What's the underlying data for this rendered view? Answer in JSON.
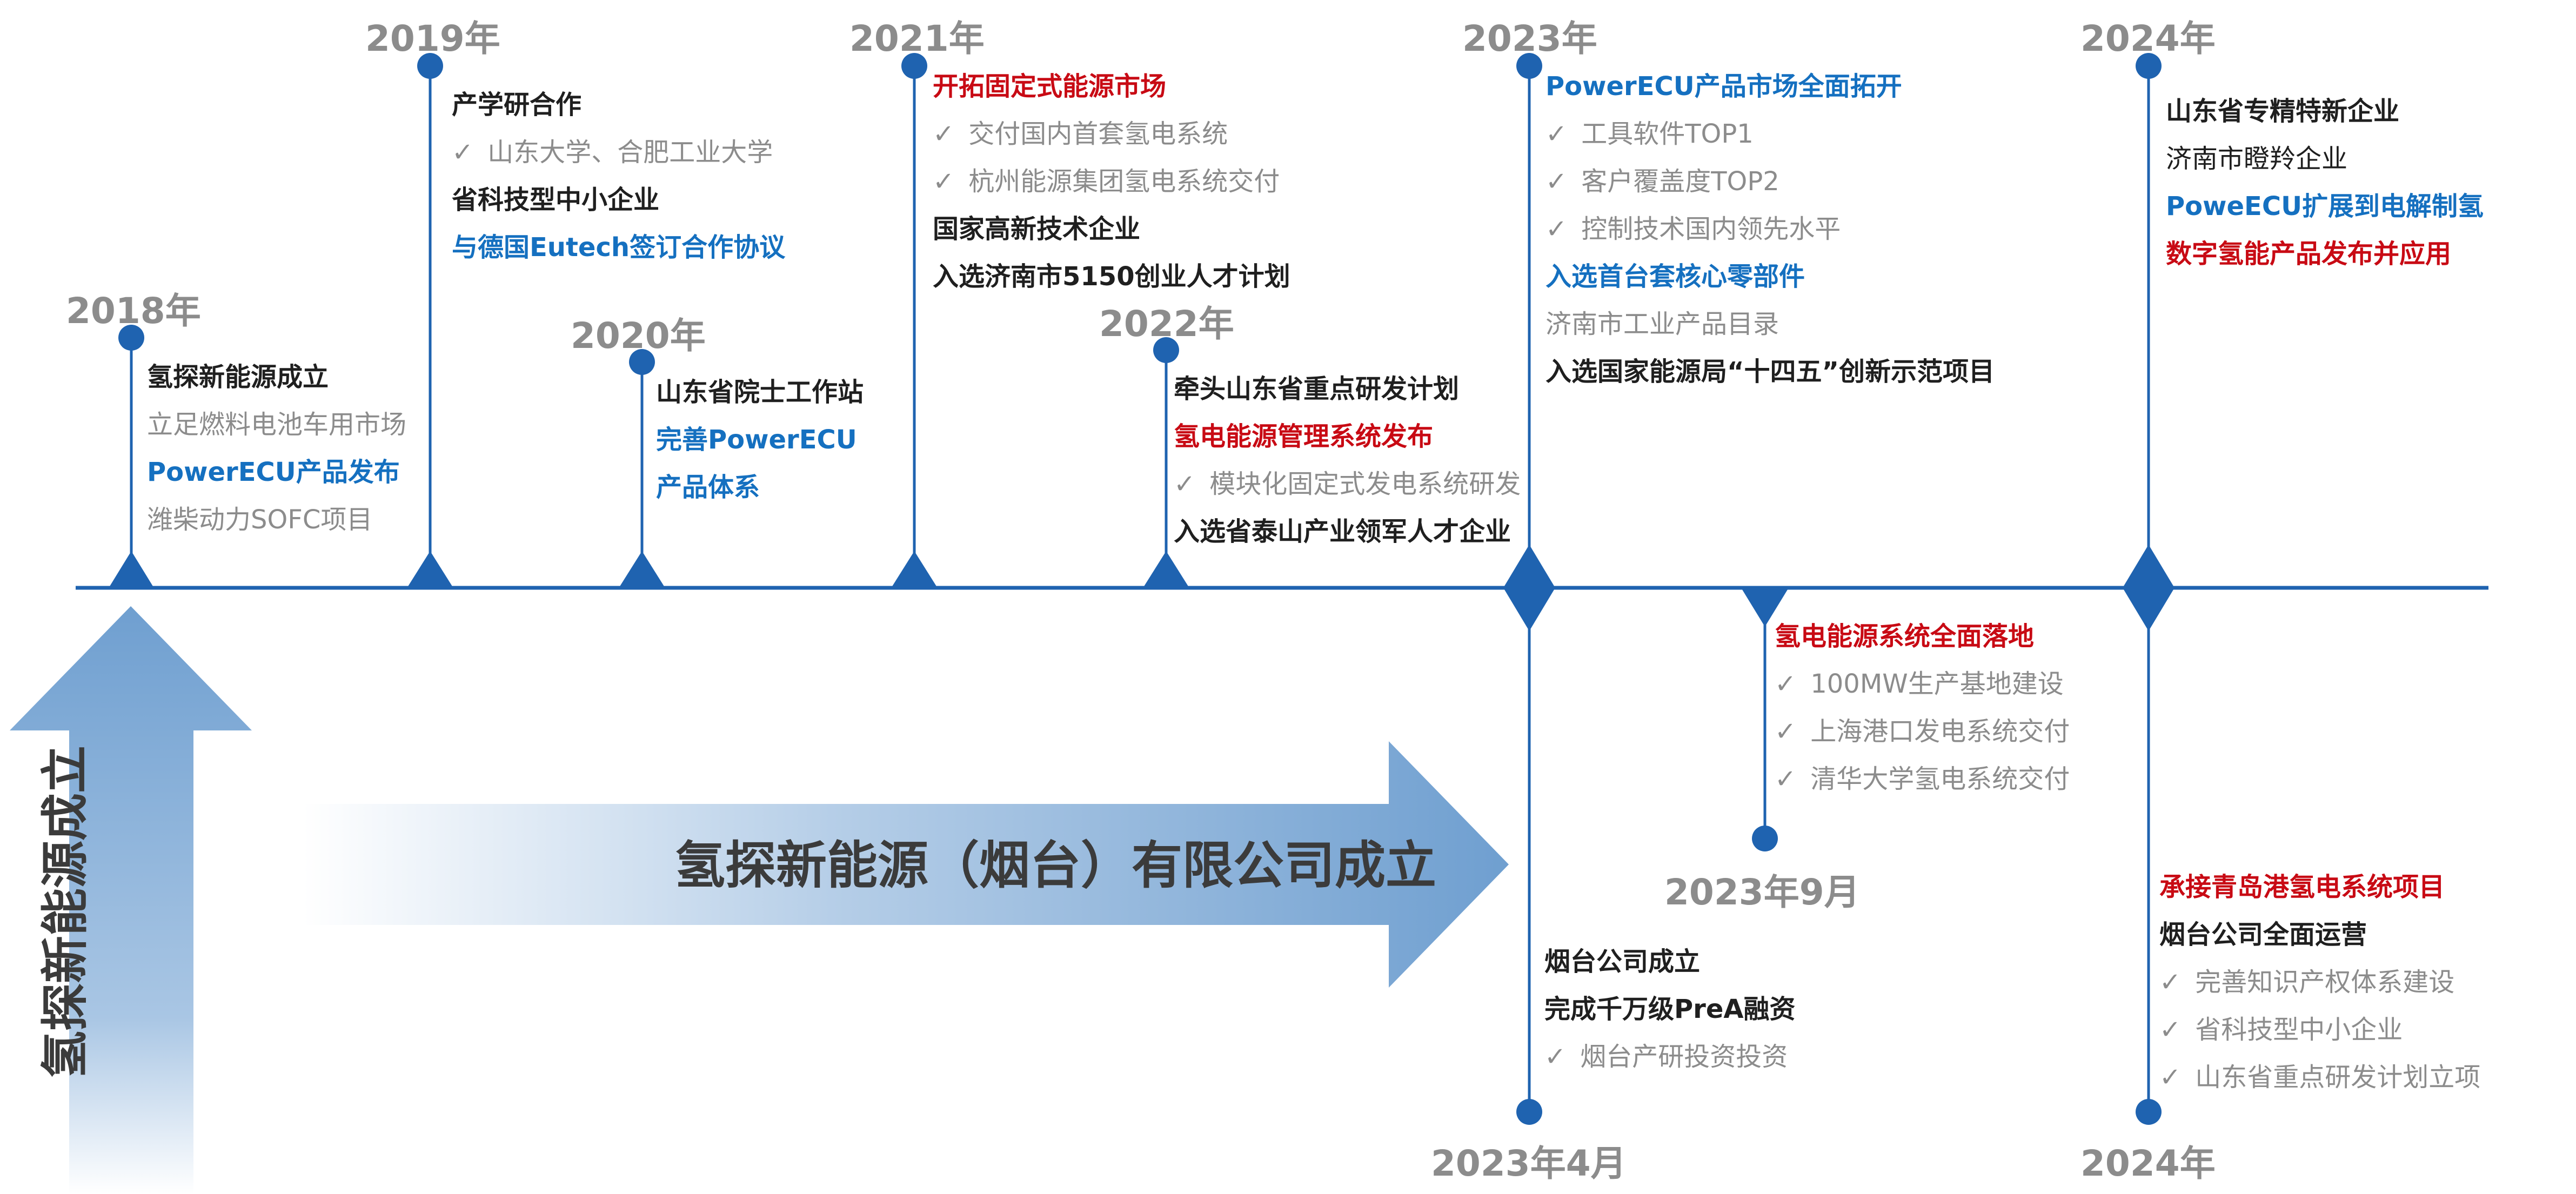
{
  "colors": {
    "axis": "#1f63b0",
    "year": "#8c8c8c",
    "dark": "#1f1f1f",
    "gray": "#8c8c8c",
    "blue": "#1570c0",
    "red": "#c80a14",
    "arrow_dark": "#6f9fd0",
    "arrow_light": "#ffffff"
  },
  "icon": "check-icon",
  "check_glyph": "✓",
  "arrows": {
    "vertical_label": "氢探新能源成立",
    "horizontal_label": "氢探新能源（烟台）有限公司成立"
  },
  "milestones": {
    "m2018": {
      "year": "2018年",
      "lines": [
        {
          "text": "氢探新能源成立",
          "style": "dark-bold"
        },
        {
          "text": "立足燃料电池车用市场",
          "style": "gray"
        },
        {
          "text": "PowerECU产品发布",
          "style": "blue-bold"
        },
        {
          "text": "潍柴动力SOFC项目",
          "style": "gray"
        }
      ]
    },
    "m2019": {
      "year": "2019年",
      "lines": [
        {
          "text": "产学研合作",
          "style": "dark-bold"
        },
        {
          "text": "山东大学、合肥工业大学",
          "style": "check"
        },
        {
          "text": "省科技型中小企业",
          "style": "dark-bold"
        },
        {
          "text": "与德国Eutech签订合作协议",
          "style": "blue-bold"
        }
      ]
    },
    "m2020": {
      "year": "2020年",
      "lines": [
        {
          "text": "山东省院士工作站",
          "style": "dark-bold"
        },
        {
          "text": "完善PowerECU",
          "style": "blue-bold"
        },
        {
          "text": "产品体系",
          "style": "blue-bold"
        }
      ]
    },
    "m2021": {
      "year": "2021年",
      "lines": [
        {
          "text": "开拓固定式能源市场",
          "style": "red-bold"
        },
        {
          "text": "交付国内首套氢电系统",
          "style": "check"
        },
        {
          "text": "杭州能源集团氢电系统交付",
          "style": "check"
        },
        {
          "text": "国家高新技术企业",
          "style": "dark-bold"
        },
        {
          "text": "入选济南市5150创业人才计划",
          "style": "dark-bold"
        }
      ]
    },
    "m2022": {
      "year": "2022年",
      "lines": [
        {
          "text": "牵头山东省重点研发计划",
          "style": "dark-bold"
        },
        {
          "text": "氢电能源管理系统发布",
          "style": "red-bold"
        },
        {
          "text": "模块化固定式发电系统研发",
          "style": "check"
        },
        {
          "text": "入选省泰山产业领军人才企业",
          "style": "dark-bold"
        }
      ]
    },
    "m2023": {
      "year": "2023年",
      "lines": [
        {
          "text": "PowerECU产品市场全面拓开",
          "style": "blue-bold"
        },
        {
          "text": "工具软件TOP1",
          "style": "check"
        },
        {
          "text": "客户覆盖度TOP2",
          "style": "check"
        },
        {
          "text": "控制技术国内领先水平",
          "style": "check"
        },
        {
          "text": "入选首台套核心零部件",
          "style": "blue-bold"
        },
        {
          "text": "济南市工业产品目录",
          "style": "gray"
        },
        {
          "text": "入选国家能源局“十四五”创新示范项目",
          "style": "dark-bold"
        }
      ]
    },
    "m2024": {
      "year": "2024年",
      "lines": [
        {
          "text": "山东省专精特新企业",
          "style": "dark-bold"
        },
        {
          "text": "济南市瞪羚企业",
          "style": "dark"
        },
        {
          "text": "PoweECU扩展到电解制氢",
          "style": "blue-bold"
        },
        {
          "text": "数字氢能产品发布并应用",
          "style": "red-bold"
        }
      ]
    },
    "m2023_9": {
      "year": "2023年9月",
      "lines": [
        {
          "text": "氢电能源系统全面落地",
          "style": "red-bold"
        },
        {
          "text": "100MW生产基地建设",
          "style": "check"
        },
        {
          "text": "上海港口发电系统交付",
          "style": "check"
        },
        {
          "text": "清华大学氢电系统交付",
          "style": "check"
        }
      ]
    },
    "m2023_4": {
      "year": "2023年4月",
      "lines": [
        {
          "text": "烟台公司成立",
          "style": "dark-bold"
        },
        {
          "text": "完成千万级PreA融资",
          "style": "dark-bold"
        },
        {
          "text": "烟台产研投资投资",
          "style": "check"
        }
      ]
    },
    "m2024_b": {
      "year": "2024年",
      "lines": [
        {
          "text": "承接青岛港氢电系统项目",
          "style": "red-bold"
        },
        {
          "text": "烟台公司全面运营",
          "style": "dark-bold"
        },
        {
          "text": "完善知识产权体系建设",
          "style": "check"
        },
        {
          "text": "省科技型中小企业",
          "style": "check"
        },
        {
          "text": "山东省重点研发计划立项",
          "style": "check"
        }
      ]
    }
  }
}
